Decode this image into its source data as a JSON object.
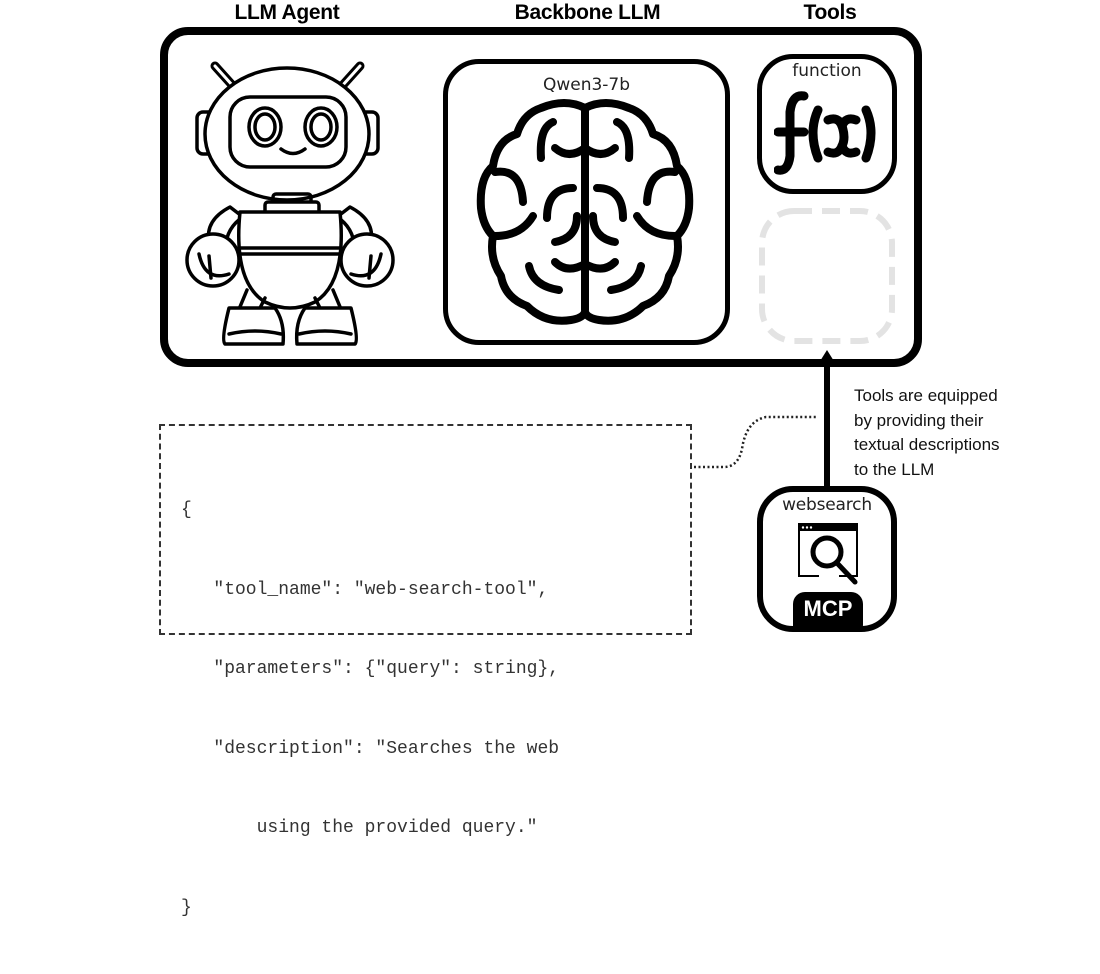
{
  "headings": {
    "agent": "LLM Agent",
    "backbone": "Backbone LLM",
    "tools": "Tools"
  },
  "backbone": {
    "model_name": "Qwen3-7b",
    "icon": "brain-icon"
  },
  "agent": {
    "icon": "robot-icon"
  },
  "tools": {
    "function_tool": {
      "label": "function",
      "icon": "function-fx-icon"
    },
    "empty_slot": {
      "state": "empty-placeholder"
    }
  },
  "websearch_tool": {
    "label": "websearch",
    "icon": "browser-search-icon",
    "badge": "MCP"
  },
  "annotation": {
    "text_lines": [
      "Tools are equipped",
      "by providing their",
      "textual descriptions",
      "to the LLM"
    ]
  },
  "tool_description": {
    "code_lines": [
      "{",
      "   \"tool_name\": \"web-search-tool\",",
      "   \"parameters\": {\"query\": string},",
      "   \"description\": \"Searches the web",
      "       using the provided query.\"",
      "}"
    ]
  },
  "colors": {
    "stroke": "#000000",
    "placeholder_stroke": "#e3e3e3",
    "code_text": "#333333",
    "badge_bg": "#000000",
    "badge_text": "#ffffff"
  }
}
